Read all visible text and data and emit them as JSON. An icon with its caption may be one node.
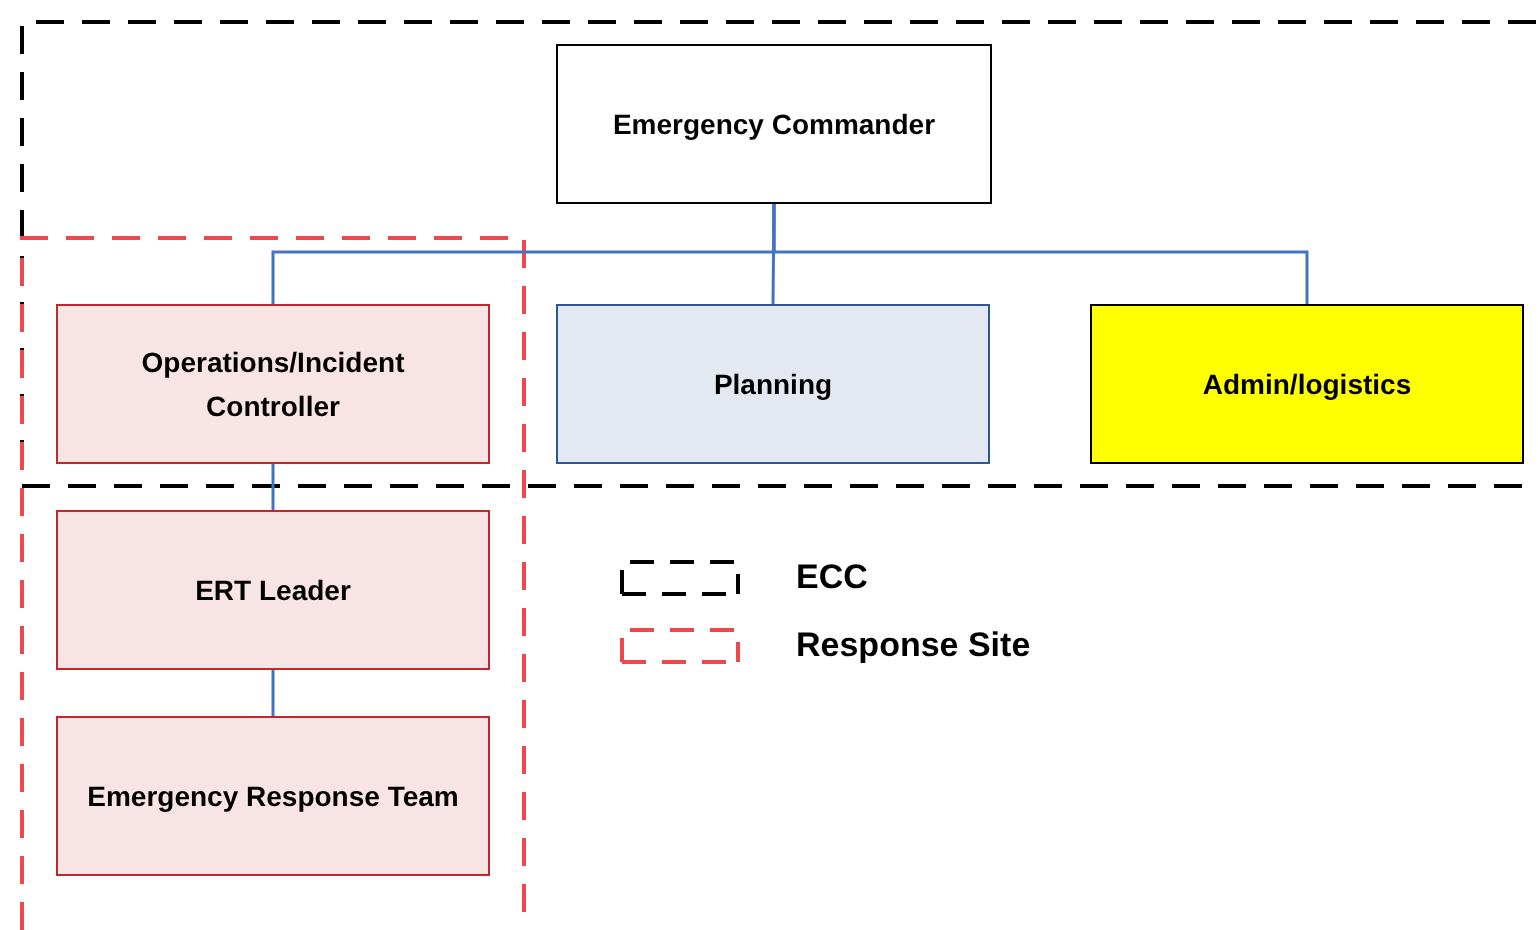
{
  "diagram": {
    "nodes": [
      {
        "text": [
          "Emergency Commander"
        ]
      },
      {
        "text": [
          "Operations/Incident Controller"
        ]
      },
      {
        "text": [
          "Planning"
        ]
      },
      {
        "text": [
          "Admin/logistics"
        ]
      },
      {
        "text": [
          "ERT Leader"
        ]
      },
      {
        "text": [
          "Emergency Response Team"
        ]
      }
    ],
    "edges": [
      {
        "from": 0,
        "to": 1,
        "arrow": "none"
      },
      {
        "from": 0,
        "to": 2,
        "arrow": "none"
      },
      {
        "from": 0,
        "to": 3,
        "arrow": "none"
      },
      {
        "from": 1,
        "to": 4,
        "arrow": "none"
      },
      {
        "from": 4,
        "to": 5,
        "arrow": "none"
      }
    ],
    "legend": [
      {
        "text": "ECC"
      },
      {
        "text": "Response Site"
      }
    ]
  }
}
